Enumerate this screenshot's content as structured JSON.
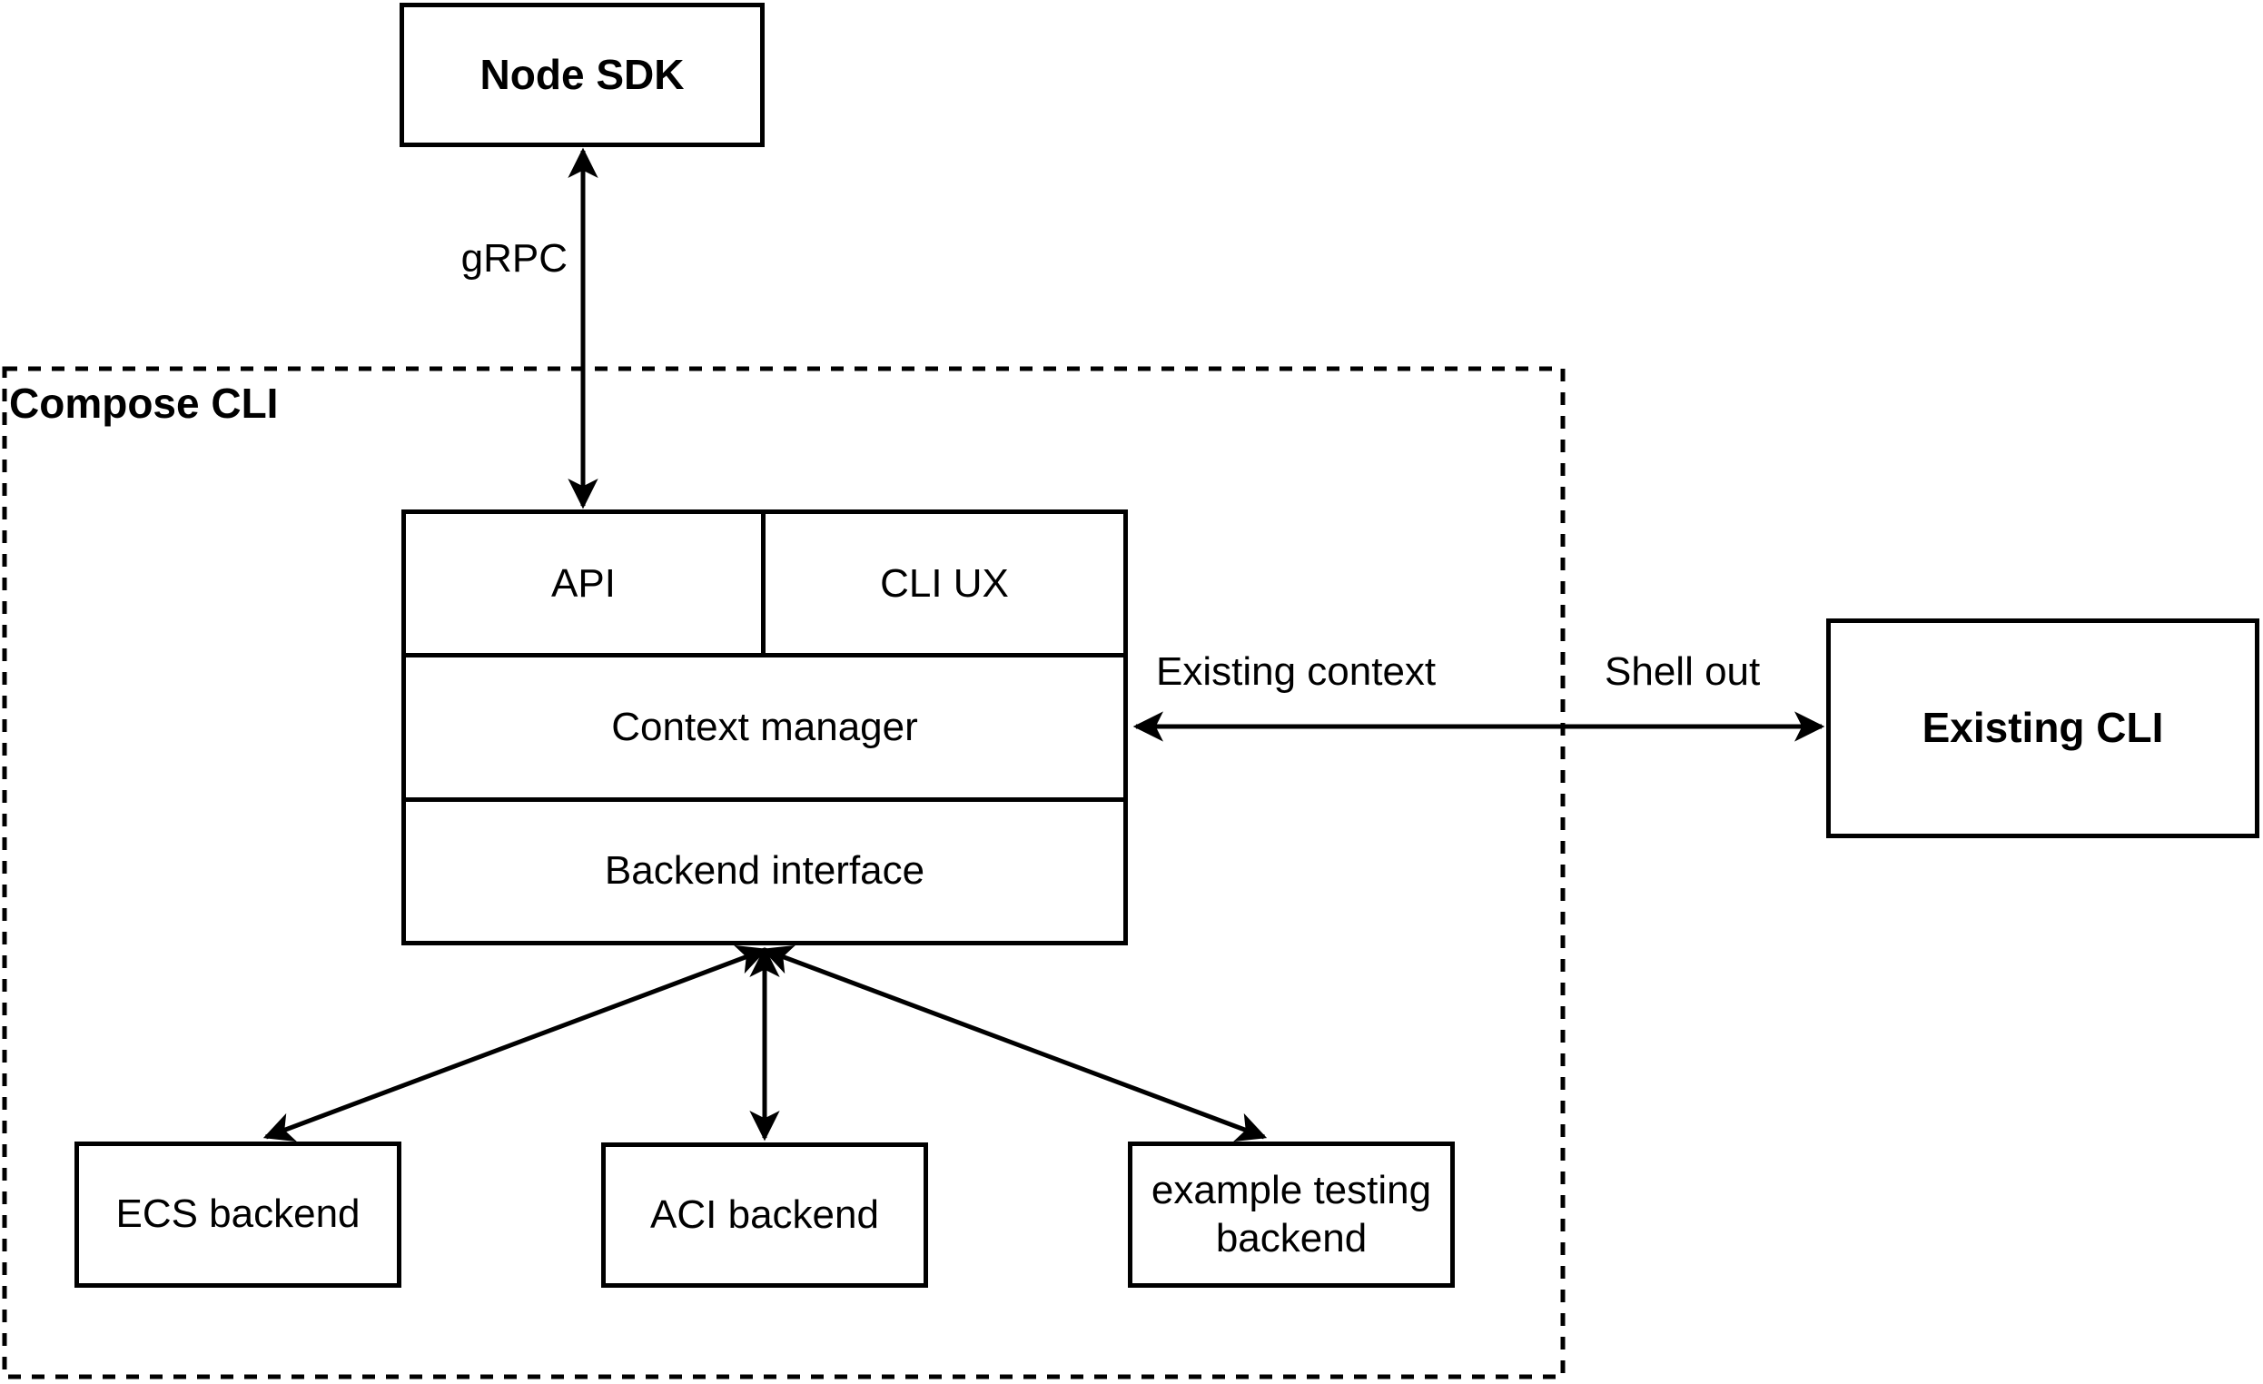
{
  "nodes": {
    "node_sdk": {
      "label": "Node SDK"
    },
    "api": {
      "label": "API"
    },
    "cli_ux": {
      "label": "CLI UX"
    },
    "context_manager": {
      "label": "Context manager"
    },
    "backend_interface": {
      "label": "Backend interface"
    },
    "existing_cli": {
      "label": "Existing CLI"
    },
    "ecs_backend": {
      "label": "ECS backend"
    },
    "aci_backend": {
      "label": "ACI backend"
    },
    "example_testing_backend": {
      "label": "example testing backend"
    }
  },
  "containers": {
    "compose_cli": {
      "label": "Compose CLI"
    }
  },
  "edge_labels": {
    "grpc": {
      "label": "gRPC"
    },
    "existing_context": {
      "label": "Existing context"
    },
    "shell_out": {
      "label": "Shell out"
    }
  },
  "colors": {
    "stroke": "#000000",
    "background": "#ffffff",
    "text": "#000000"
  }
}
